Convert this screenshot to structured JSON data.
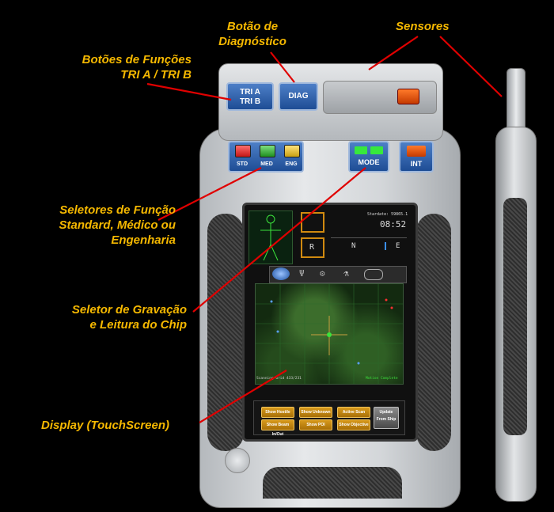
{
  "labels": {
    "diag_title": "Botão de\nDiagnóstico",
    "sensors": "Sensores",
    "tri_buttons": "Botões de Funções\nTRI A / TRI B",
    "function_selectors": "Seletores de Função\nStandard, Médico ou\nEngenharia",
    "chip_selector": "Seletor de Gravação\ne Leitura do Chip",
    "display": "Display (TouchScreen)"
  },
  "device": {
    "tri_a": "TRI A",
    "tri_b": "TRI B",
    "diag": "DIAG",
    "std": "STD",
    "med": "MED",
    "eng": "ENG",
    "mode": "MODE",
    "int": "INT",
    "screen": {
      "stardate": "Stardate: 59865.1",
      "time": "08:52",
      "compass_r": "R",
      "compass_n": "N",
      "compass_e": "E",
      "grid_status": "Scanning Grid 433/231",
      "status": "Motion Complete",
      "buttons": [
        "Show Hostile",
        "Show Unknown",
        "Active Scan",
        "Update From Ship",
        "Show Beam In/Out",
        "Show POI",
        "Show Objective"
      ]
    }
  },
  "colors": {
    "label": "#f5b800",
    "line": "#e00000",
    "button_blue": "#1e4d95"
  }
}
